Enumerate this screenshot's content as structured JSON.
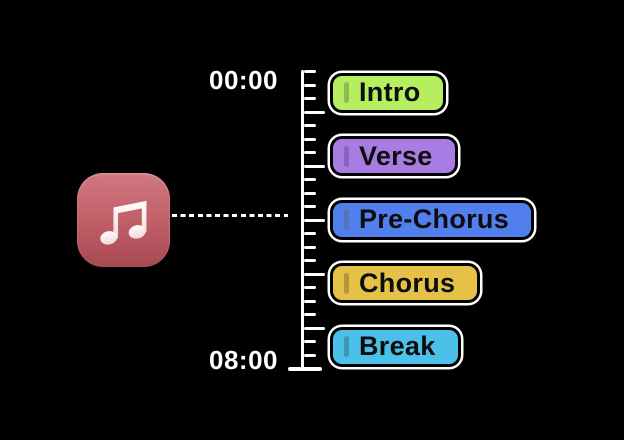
{
  "diagram": {
    "icon": {
      "name": "music-note",
      "bg_top": "#d0787f",
      "bg_bottom": "#a84952",
      "glyph_color": "#ffffff"
    },
    "timeline": {
      "start_label": "00:00",
      "end_label": "08:00",
      "tick_count": 22,
      "major_tick_every": 4,
      "color": "#ffffff"
    },
    "sections": [
      {
        "label": "Intro",
        "fill": "#b5ee5e",
        "marker": "#90b854"
      },
      {
        "label": "Verse",
        "fill": "#a87ce2",
        "marker": "#8a62c0"
      },
      {
        "label": "Pre-Chorus",
        "fill": "#517fed",
        "marker": "#5674b2"
      },
      {
        "label": "Chorus",
        "fill": "#e6c147",
        "marker": "#b4953a"
      },
      {
        "label": "Break",
        "fill": "#4bc1e9",
        "marker": "#4295b5"
      }
    ],
    "label_text_color": "#0d0d0d"
  }
}
